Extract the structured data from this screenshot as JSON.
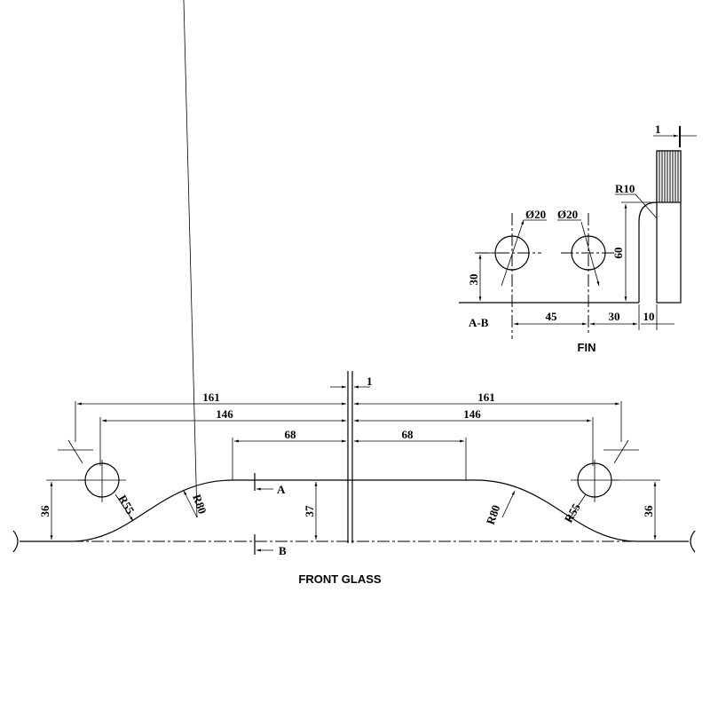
{
  "fin": {
    "title": "FIN",
    "section_label": "A-B",
    "hole1_dia": "Ø20",
    "hole2_dia": "Ø20",
    "radius": "R10",
    "thickness": "1",
    "height_30": "30",
    "height_60": "60",
    "dim_45": "45",
    "dim_30": "30",
    "dim_10": "10"
  },
  "front_glass": {
    "title": "FRONT GLASS",
    "gap": "1",
    "left": {
      "dim_161": "161",
      "dim_146": "146",
      "dim_68": "68",
      "dim_36": "36",
      "r55": "R55",
      "r80": "R80"
    },
    "right": {
      "dim_161": "161",
      "dim_146": "146",
      "dim_68": "68",
      "dim_36": "36",
      "r55": "R55",
      "r80": "R80"
    },
    "dim_37": "37",
    "section_a": "A",
    "section_b": "B"
  }
}
